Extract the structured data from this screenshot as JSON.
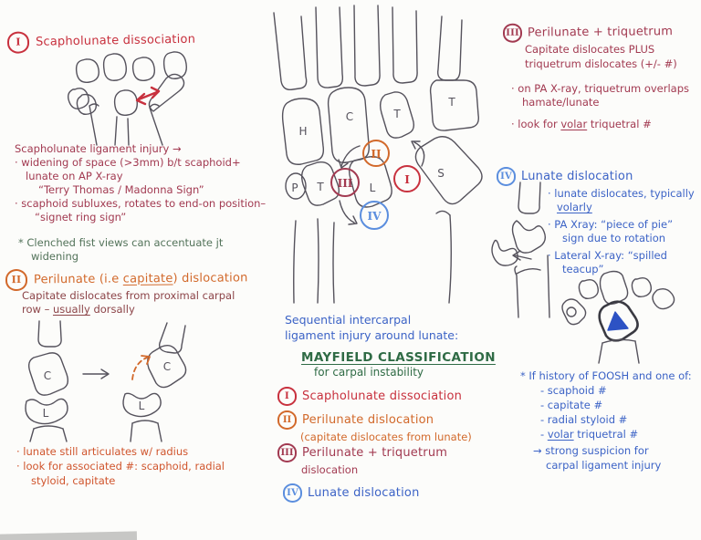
{
  "colors": {
    "red": "#c8313e",
    "maroon": "#a23a51",
    "orange": "#d2692b",
    "orange_red": "#d0552d",
    "green": "#2f6b45",
    "green_note": "#53735a",
    "blue": "#3c63c6",
    "blue_light": "#5b8ede",
    "purple": "#6252c9",
    "ink": "#55525c"
  },
  "left": {
    "sec1_num": "I",
    "sec1_title": "Scapholunate dissociation",
    "lig_header": "Scapholunate ligament injury →",
    "lig_l1": "· widening of space (>3mm) b/t scaphoid+",
    "lig_l2": "lunate on AP X-ray",
    "lig_l3": "“Terry Thomas / Madonna Sign”",
    "lig_l4": "· scaphoid subluxes, rotates to end-on position–",
    "lig_l5": "“signet ring sign”",
    "note_l1": "* Clenched fist views can accentuate jt",
    "note_l2": "widening",
    "sec2_num": "II",
    "sec2_title_pre": "Perilunate (i.e ",
    "sec2_title_u": "capitate",
    "sec2_title_post": ") dislocation",
    "sec2_d1": "Capitate dislocates from proximal carpal",
    "sec2_d2_pre": "row – ",
    "sec2_d2_u": "usually",
    "sec2_d2_post": " dorsally",
    "bone_c": "C",
    "bone_l": "L",
    "b1": "· lunate still articulates w/ radius",
    "b2": "· look for associated #: scaphoid, radial",
    "b3": "styloid, capitate"
  },
  "center": {
    "bone_h": "H",
    "bone_c": "C",
    "bone_tzd": "T",
    "bone_tzm": "T",
    "bone_p": "P",
    "bone_tq": "T",
    "bone_l": "L",
    "bone_s": "S",
    "stage_i": "I",
    "stage_ii": "II",
    "stage_iii": "III",
    "stage_iv": "IV",
    "cap1": "Sequential intercarpal",
    "cap2": "ligament injury around lunate:",
    "mayfield": "MAYFIELD CLASSIFICATION",
    "mayfield_sub": "for carpal instability",
    "li1_num": "I",
    "li1": "Scapholunate dissociation",
    "li2_num": "II",
    "li2a": "Perilunate dislocation",
    "li2b": "(capitate dislocates from lunate)",
    "li3_num": "III",
    "li3a": "Perilunate + triquetrum",
    "li3b": "dislocation",
    "li4_num": "IV",
    "li4": "Lunate dislocation"
  },
  "right": {
    "sec3_num": "III",
    "sec3_title": "Perilunate + triquetrum",
    "sec3_d1": "Capitate dislocates PLUS",
    "sec3_d2": "triquetrum dislocates (+/- #)",
    "sec3_b1a": "· on PA X-ray, triquetrum overlaps",
    "sec3_b1b": "hamate/lunate",
    "sec3_b2_pre": "· look for ",
    "sec3_b2_u": "volar",
    "sec3_b2_post": " triquetral #",
    "sec4_num": "IV",
    "sec4_title": "Lunate dislocation",
    "sec4_b1a": "· lunate dislocates, typically",
    "sec4_b1b": "volarly",
    "sec4_b2a": "· PA Xray: “piece of pie”",
    "sec4_b2b": "sign due to rotation",
    "sec4_b3a": "· Lateral X-ray: “spilled",
    "sec4_b3b": "teacup”",
    "foosh_h": "* If history of FOOSH and one of:",
    "foosh_1": "- scaphoid #",
    "foosh_2": "- capitate #",
    "foosh_3": "- radial styloid #",
    "foosh_4_pre": "- ",
    "foosh_4_u": "volar",
    "foosh_4_post": " triquetral #",
    "foosh_c1": "→ strong suspicion for",
    "foosh_c2": "carpal ligament injury"
  }
}
